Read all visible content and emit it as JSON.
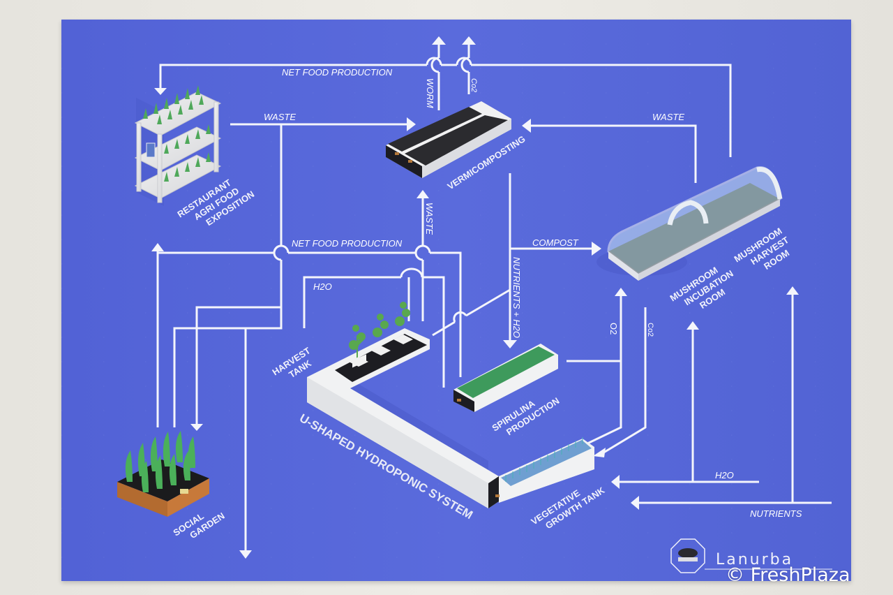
{
  "poster": {
    "background_color": "#5566d8",
    "line_color": "#f4f5fb",
    "brand": "Lanurba",
    "watermark": "© FreshPlaza"
  },
  "nodes": {
    "restaurant": [
      "RESTAURANT",
      "AGRI FOOD",
      "EXPOSITION"
    ],
    "vermicomposting": [
      "VERMICOMPOSTING"
    ],
    "mushroom_incubation": [
      "MUSHROOM",
      "INCUBATION",
      "ROOM"
    ],
    "mushroom_harvest": [
      "MUSHROOM",
      "HARVEST",
      "ROOM"
    ],
    "harvest_tank": [
      "HARVEST",
      "TANK"
    ],
    "hydroponic": [
      "U-SHAPED HYDROPONIC SYSTEM"
    ],
    "spirulina": [
      "SPIRULINA",
      "PRODUCTION"
    ],
    "vegetative": [
      "VEGETATIVE",
      "GROWTH TANK"
    ],
    "social_garden": [
      "SOCIAL",
      "GARDEN"
    ]
  },
  "flows": {
    "net_food_top": "NET FOOD PRODUCTION",
    "waste_restaurant": "WASTE",
    "worm": "WORM",
    "co2_top": "Co2",
    "waste_mushroom": "WASTE",
    "waste_vertical": "WASTE",
    "net_food_mid": "NET FOOD PRODUCTION",
    "compost": "COMPOST",
    "h2o_left": "H2O",
    "nutrients_h2o": "NUTRIENTS + H2O",
    "o2": "O2",
    "co2_right": "Co2",
    "h2o_bottom": "H2O",
    "nutrients_bottom": "NUTRIENTS"
  }
}
